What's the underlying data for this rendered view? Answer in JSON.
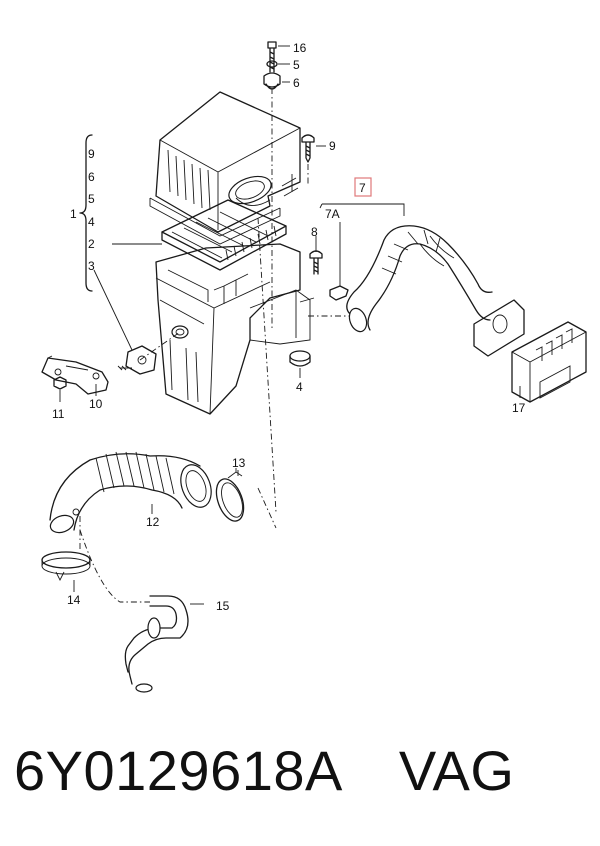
{
  "callouts": {
    "c16": "16",
    "c5": "5",
    "c6": "6",
    "c9": "9",
    "g9": "9",
    "g6": "6",
    "g5": "5",
    "g4": "4",
    "g2": "2",
    "g3": "3",
    "g1": "1",
    "c7": "7",
    "c7a": "7A",
    "c8": "8",
    "c4": "4",
    "c11": "11",
    "c10": "10",
    "c17": "17",
    "c13": "13",
    "c12": "12",
    "c14": "14",
    "c15": "15"
  },
  "highlight_color": "#e0787a",
  "footer": {
    "part_number": "6Y0129618A",
    "brand": "VAG"
  }
}
